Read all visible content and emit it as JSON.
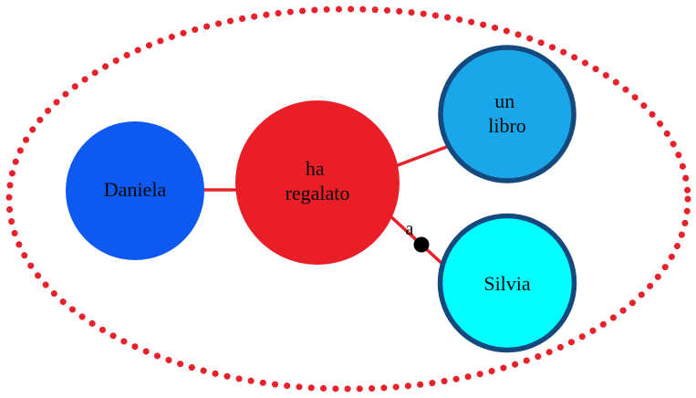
{
  "diagram": {
    "background_color": "#ffffff",
    "text_color": "#0a0a0a",
    "boundary": {
      "style": "dotted",
      "color": "#e8212b"
    },
    "nodes": {
      "daniela": {
        "label": "Daniela",
        "fill": "#0d59f2"
      },
      "verb": {
        "line1": "ha",
        "line2": "regalato",
        "fill": "#ea1e27"
      },
      "libro": {
        "line1": "un",
        "line2": "libro",
        "fill": "#1aa7ea",
        "stroke": "#15497d"
      },
      "silvia": {
        "label": "Silvia",
        "fill": "#00ffff",
        "stroke": "#15497d"
      }
    },
    "edges": {
      "color": "#e8212b",
      "preposition_label": "a",
      "junction_dot_color": "#000000"
    }
  }
}
